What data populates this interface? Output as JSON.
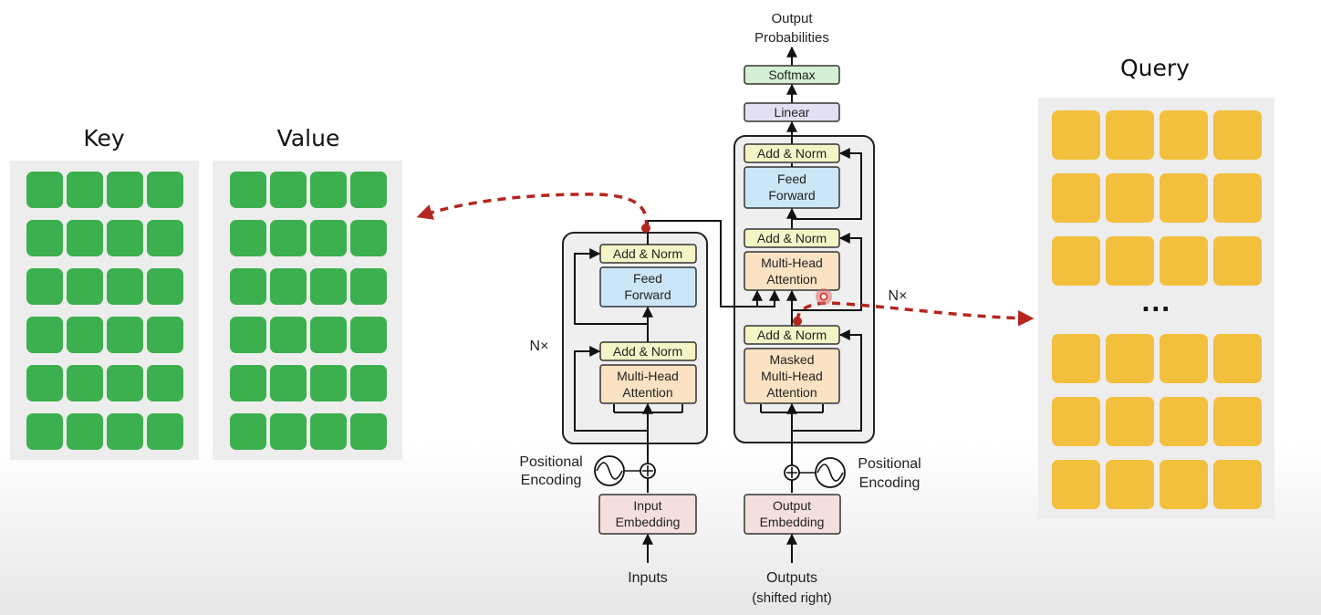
{
  "key_panel": {
    "title": "Key",
    "rows": 6,
    "cols": 4
  },
  "value_panel": {
    "title": "Value",
    "rows": 6,
    "cols": 4
  },
  "query_panel": {
    "title": "Query",
    "top_rows": 3,
    "bottom_rows": 3,
    "cols": 4,
    "ellipsis": "..."
  },
  "colors": {
    "key_value_cell": "#3cb04e",
    "query_cell": "#f3c03e",
    "arrow": "#b5261e"
  },
  "transformer": {
    "output_probabilities": [
      "Output",
      "Probabilities"
    ],
    "softmax": "Softmax",
    "linear": "Linear",
    "decoder": {
      "add_norm": "Add & Norm",
      "feed_forward": [
        "Feed",
        "Forward"
      ],
      "multi_head_attention": [
        "Multi-Head",
        "Attention"
      ],
      "masked_attention": [
        "Masked",
        "Multi-Head",
        "Attention"
      ],
      "repeat": "N×",
      "output_embedding": [
        "Output",
        "Embedding"
      ],
      "positional_encoding": [
        "Positional",
        "Encoding"
      ],
      "outputs": [
        "Outputs",
        "(shifted right)"
      ]
    },
    "encoder": {
      "add_norm": "Add & Norm",
      "feed_forward": [
        "Feed",
        "Forward"
      ],
      "multi_head_attention": [
        "Multi-Head",
        "Attention"
      ],
      "repeat": "N×",
      "input_embedding": [
        "Input",
        "Embedding"
      ],
      "positional_encoding": [
        "Positional",
        "Encoding"
      ],
      "inputs": "Inputs"
    }
  }
}
